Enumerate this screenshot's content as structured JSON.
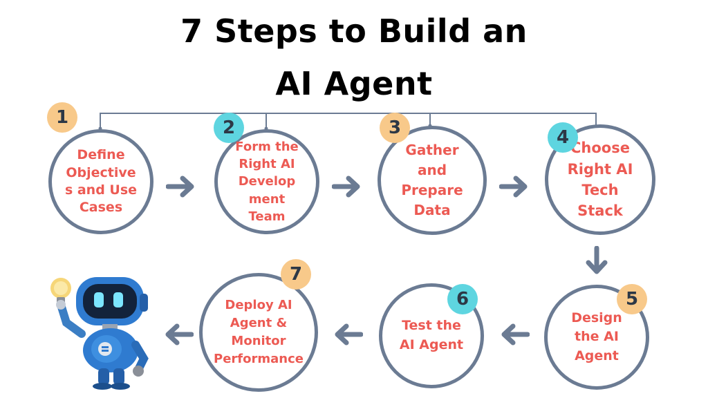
{
  "title": {
    "line1": "7 Steps to Build an",
    "line2": "AI Agent"
  },
  "steps": [
    {
      "number": "1",
      "label": "Define\nObjective\ns and Use\nCases",
      "badge_color": "#f8c98a"
    },
    {
      "number": "2",
      "label": "Form the\nRight AI\nDevelop\nment\nTeam",
      "badge_color": "#5ed5e0"
    },
    {
      "number": "3",
      "label": "Gather\nand\nPrepare\nData",
      "badge_color": "#f8c98a"
    },
    {
      "number": "4",
      "label": "Choose\nRight AI\nTech\nStack",
      "badge_color": "#5ed5e0"
    },
    {
      "number": "5",
      "label": "Design\nthe AI\nAgent",
      "badge_color": "#f8c98a"
    },
    {
      "number": "6",
      "label": "Test the\nAI Agent",
      "badge_color": "#5ed5e0"
    },
    {
      "number": "7",
      "label": "Deploy AI\nAgent &\nMonitor\nPerformance",
      "badge_color": "#f8c98a"
    }
  ],
  "colors": {
    "circle_border": "#6b7b93",
    "label_text": "#ec5a53",
    "arrow": "#6b7b93",
    "connector": "#6b7b93"
  },
  "illustration": "robot-holding-lightbulb"
}
